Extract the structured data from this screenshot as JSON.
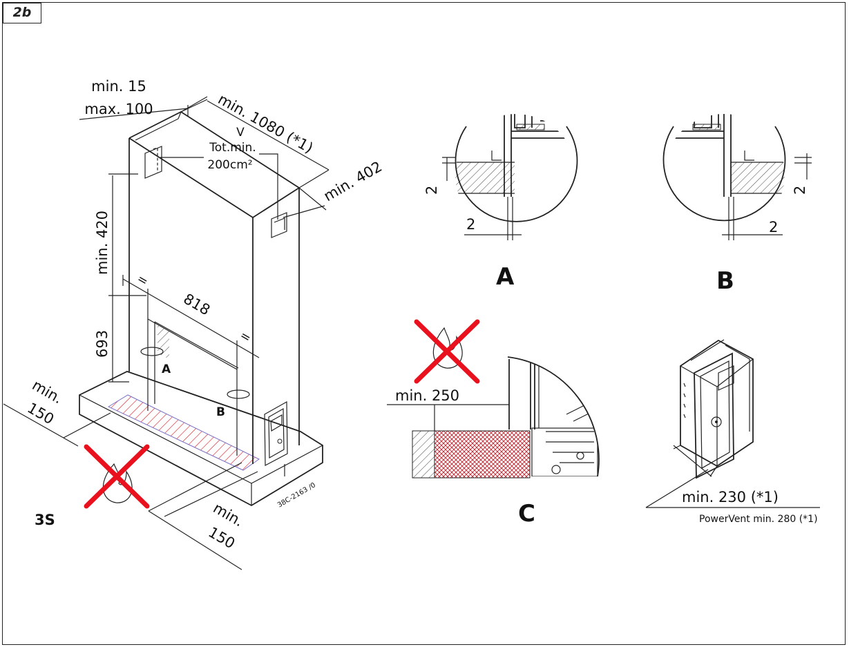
{
  "figure": {
    "tag": "2b",
    "drawing_number": "38C-2163 /0"
  },
  "main_view": {
    "label": "3S",
    "dimensions": {
      "top_offset_min": "min. 15",
      "top_offset_max": "max. 100",
      "width_min": "min. 1080 (*1)",
      "depth_min": "min. 402",
      "vent_letter": "V",
      "vent_total": "Tot.min.",
      "vent_area": "200cm²",
      "height_upper": "min. 420",
      "height_lower": "693",
      "opening_width": "818",
      "equal_mark": "=",
      "side_left_min": "min.",
      "side_left_val": "150",
      "front_min": "min.",
      "front_val": "150"
    },
    "detail_markers": {
      "a": "A",
      "b": "B"
    }
  },
  "detail_a": {
    "label": "A",
    "dim_vertical": "2",
    "dim_horizontal": "2"
  },
  "detail_b": {
    "label": "B",
    "dim_vertical": "2",
    "dim_horizontal": "2"
  },
  "detail_c": {
    "label": "C",
    "dim": "min. 250"
  },
  "detail_d": {
    "dim": "min. 230 (*1)",
    "note": "PowerVent min. 280 (*1)"
  },
  "colors": {
    "warning_red": "#e8111d",
    "hatch_red": "#d9262c",
    "line": "#222222"
  }
}
